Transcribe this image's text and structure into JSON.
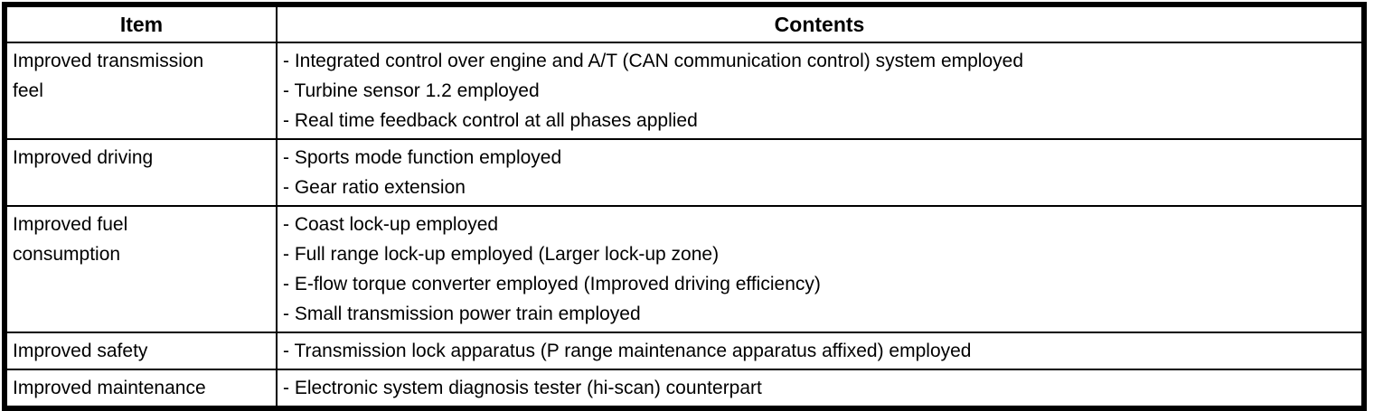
{
  "table": {
    "headers": {
      "item": "Item",
      "contents": "Contents"
    },
    "rows": [
      {
        "item": "Improved transmission feel",
        "contents": [
          "- Integrated control over engine and A/T (CAN communication control) system employed",
          "- Turbine sensor 1.2 employed",
          "- Real time feedback control at all phases applied"
        ]
      },
      {
        "item": "Improved driving",
        "contents": [
          "- Sports mode function employed",
          "- Gear ratio extension"
        ]
      },
      {
        "item": "Improved fuel consumption",
        "contents": [
          "- Coast lock-up employed",
          "- Full range lock-up employed (Larger lock-up zone)",
          "- E-flow torque converter employed (Improved driving efficiency)",
          "- Small transmission power train employed"
        ]
      },
      {
        "item": "Improved safety",
        "contents": [
          "- Transmission lock apparatus (P range maintenance apparatus affixed) employed"
        ]
      },
      {
        "item": "Improved maintenance",
        "contents": [
          "- Electronic system diagnosis tester (hi-scan) counterpart"
        ]
      }
    ],
    "colors": {
      "border": "#000000",
      "text": "#000000",
      "background": "#ffffff"
    }
  }
}
